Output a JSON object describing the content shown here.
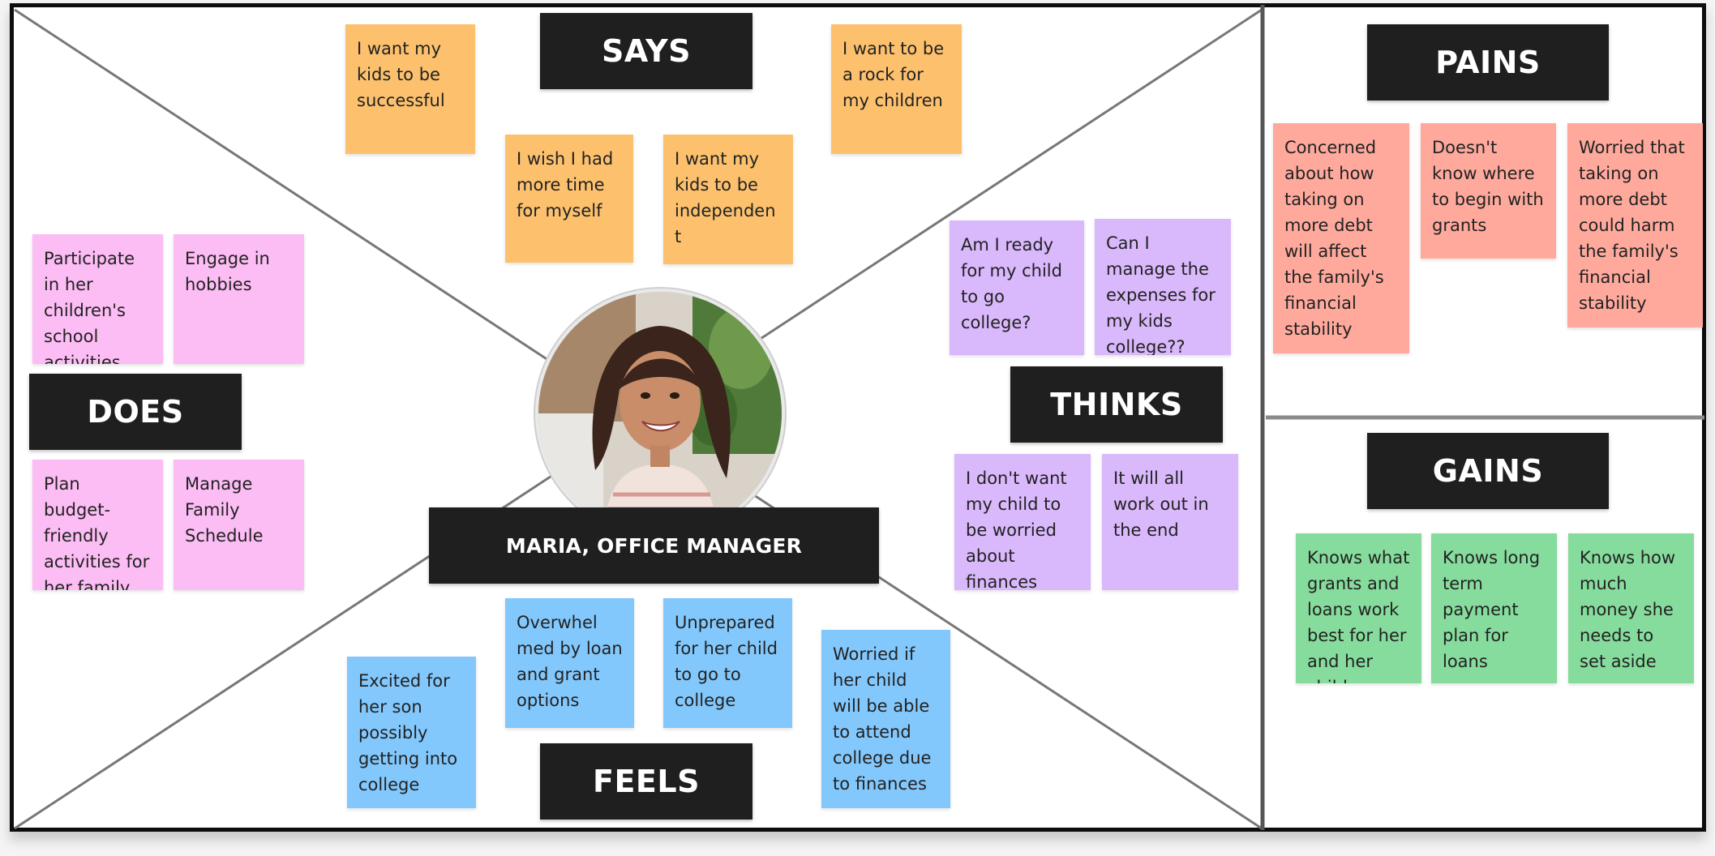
{
  "labels": {
    "says": "SAYS",
    "thinks": "THINKS",
    "does": "DOES",
    "feels": "FEELS",
    "pains": "PAINS",
    "gains": "GAINS",
    "persona": "MARIA, OFFICE MANAGER"
  },
  "colors": {
    "says": "#fdc16e",
    "does": "#fcbcf4",
    "thinks": "#d9b8fb",
    "feels": "#83c8fc",
    "pains": "#fea99c",
    "gains": "#86dc9c",
    "label_bg": "#1f1f1f"
  },
  "says": [
    "I want my kids to be successful",
    "I wish I had more time for myself",
    "I want my kids to be independent",
    "I want to be a rock for my children"
  ],
  "does": [
    "Participate in her children's school activities",
    "Engage in hobbies",
    "Plan budget-friendly activities for her family",
    "Manage Family Schedule"
  ],
  "thinks": [
    "Am I ready for my child to go college?",
    "Can I manage the expenses for my kids college??",
    "I don't want my child to be worried about finances",
    "It will all work out in the end"
  ],
  "feels": [
    "Excited for her son possibly getting into college",
    "Overwhel med by loan and grant options",
    "Unprepared for her child to go to college",
    "Worried if her child will be able to attend college due to finances"
  ],
  "pains": [
    "Concerned about how taking on more debt will affect the family's financial stability",
    "Doesn't know where to begin with grants",
    "Worried that taking on more debt could harm the family's financial stability"
  ],
  "gains": [
    "Knows what grants and loans work best for her and her child",
    "Knows long term payment plan for loans",
    "Knows how much money she needs to set aside"
  ]
}
